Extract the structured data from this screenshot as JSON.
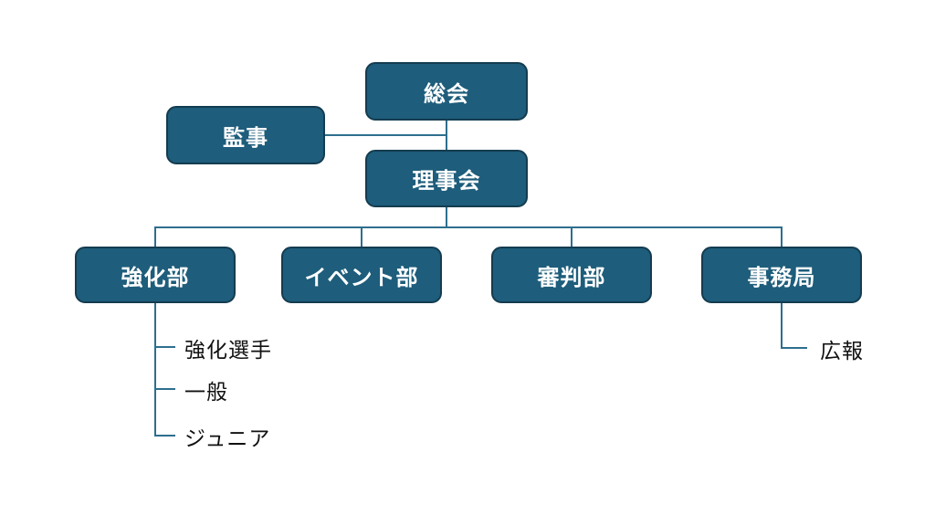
{
  "org_chart": {
    "nodes": {
      "general_assembly": {
        "label": "総会"
      },
      "auditor": {
        "label": "監事"
      },
      "board_of_directors": {
        "label": "理事会"
      },
      "departments": [
        {
          "label": "強化部"
        },
        {
          "label": "イベント部"
        },
        {
          "label": "審判部"
        },
        {
          "label": "事務局"
        }
      ],
      "kyoka_sub_items": [
        {
          "label": "強化選手"
        },
        {
          "label": "一般"
        },
        {
          "label": "ジュニア"
        }
      ],
      "jimukyoku_sub_items": [
        {
          "label": "広報"
        }
      ]
    },
    "colors": {
      "box_fill": "#1e5d7b",
      "box_border": "#143c50",
      "connector": "#2e6e8e",
      "box_text": "#ffffff",
      "sub_label_text": "#111111",
      "background": "#ffffff"
    }
  }
}
